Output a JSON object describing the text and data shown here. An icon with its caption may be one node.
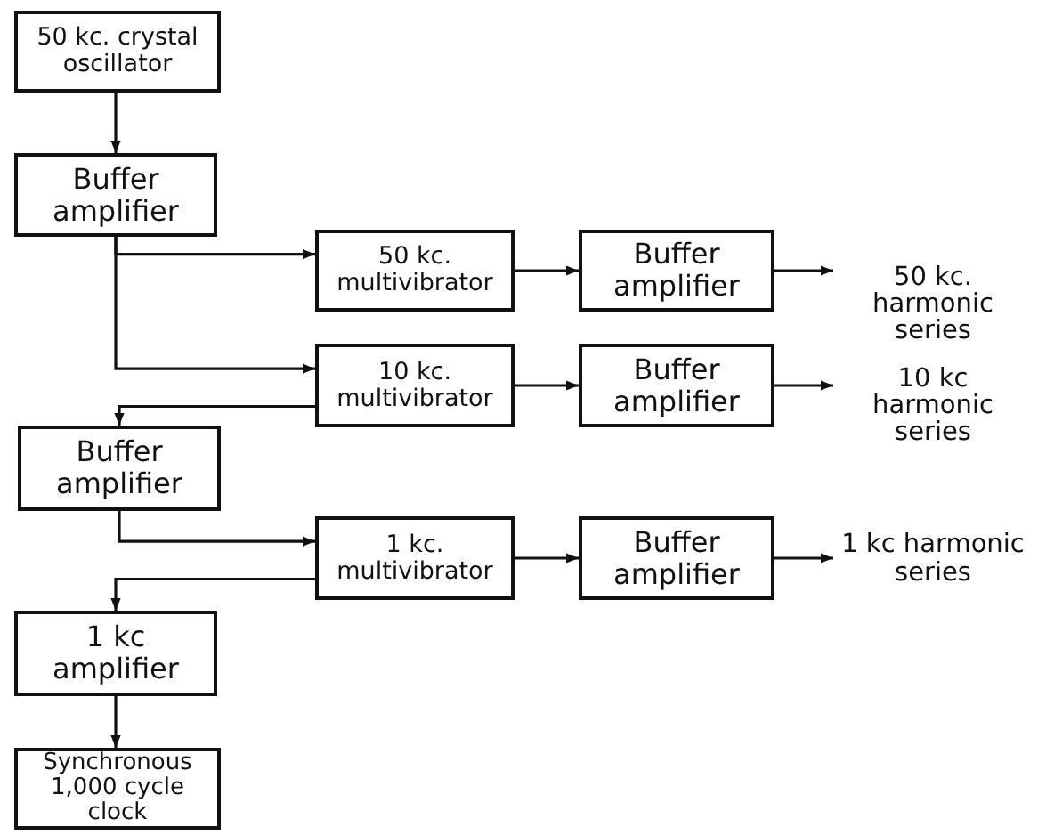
{
  "diagram": {
    "nodes": [
      {
        "text": [
          "50 kc. crystal oscillator"
        ]
      },
      {
        "text": [
          "Buffer amplifier"
        ]
      },
      {
        "text": [
          "50 kc. multivibrator"
        ]
      },
      {
        "text": [
          "Buffer amplifier"
        ]
      },
      {
        "text": [
          "50 kc. harmonic series"
        ]
      },
      {
        "text": [
          "10 kc. multivibrator"
        ]
      },
      {
        "text": [
          "Buffer amplifier"
        ]
      },
      {
        "text": [
          "10 kc harmonic series"
        ]
      },
      {
        "text": [
          "Buffer amplifier"
        ]
      },
      {
        "text": [
          "1 kc. multivibrator"
        ]
      },
      {
        "text": [
          "Buffer amplifier"
        ]
      },
      {
        "text": [
          "1 kc harmonic series"
        ]
      },
      {
        "text": [
          "1 kc amplifier"
        ]
      },
      {
        "text": [
          "Synchronous 1,000 cycle clock"
        ]
      }
    ],
    "edges": [
      {
        "from": 0,
        "to": 1,
        "arrow": "to"
      },
      {
        "from": 1,
        "to": 2,
        "arrow": "to"
      },
      {
        "from": 1,
        "to": 5,
        "arrow": "to"
      },
      {
        "from": 2,
        "to": 3,
        "arrow": "to"
      },
      {
        "from": 3,
        "to": 4,
        "arrow": "to"
      },
      {
        "from": 5,
        "to": 6,
        "arrow": "to"
      },
      {
        "from": 6,
        "to": 7,
        "arrow": "to"
      },
      {
        "from": 5,
        "to": 8,
        "arrow": "to"
      },
      {
        "from": 8,
        "to": 9,
        "arrow": "to"
      },
      {
        "from": 9,
        "to": 10,
        "arrow": "to"
      },
      {
        "from": 10,
        "to": 11,
        "arrow": "to"
      },
      {
        "from": 9,
        "to": 12,
        "arrow": "to"
      },
      {
        "from": 12,
        "to": 13,
        "arrow": "to"
      }
    ]
  }
}
